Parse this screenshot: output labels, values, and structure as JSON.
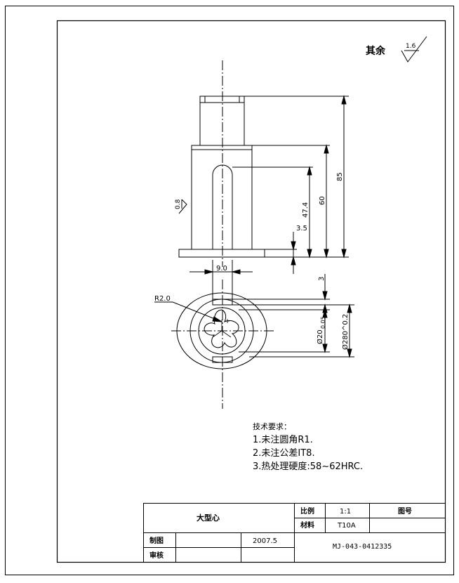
{
  "surface_finish": {
    "label": "其余",
    "value": "1.6"
  },
  "side_view": {
    "roughness": "0.8",
    "dims": {
      "total_height": "85",
      "body_height": "60",
      "slot_depth": "47.4",
      "flange_thickness": "3.5",
      "slot_width": "9.0"
    }
  },
  "top_view": {
    "radius": "R2.0",
    "top_offset": "3",
    "inner_dia": "Ø20",
    "inner_tol": "0.05",
    "outer_dia": "Ø280^0.2"
  },
  "tech_requirements": {
    "title": "技术要求：",
    "items": [
      "1.未注圆角R1.",
      "2.未注公差IT8.",
      "3.热处理硬度:58~62HRC."
    ]
  },
  "title_block": {
    "part_name": "大型心",
    "scale_label": "比例",
    "scale_value": "1:1",
    "drawing_no_label": "图号",
    "material_label": "材料",
    "material_value": "T10A",
    "drafted_label": "制图",
    "date": "2007.5",
    "checked_label": "审核",
    "drawing_number": "MJ-043-0412335"
  }
}
